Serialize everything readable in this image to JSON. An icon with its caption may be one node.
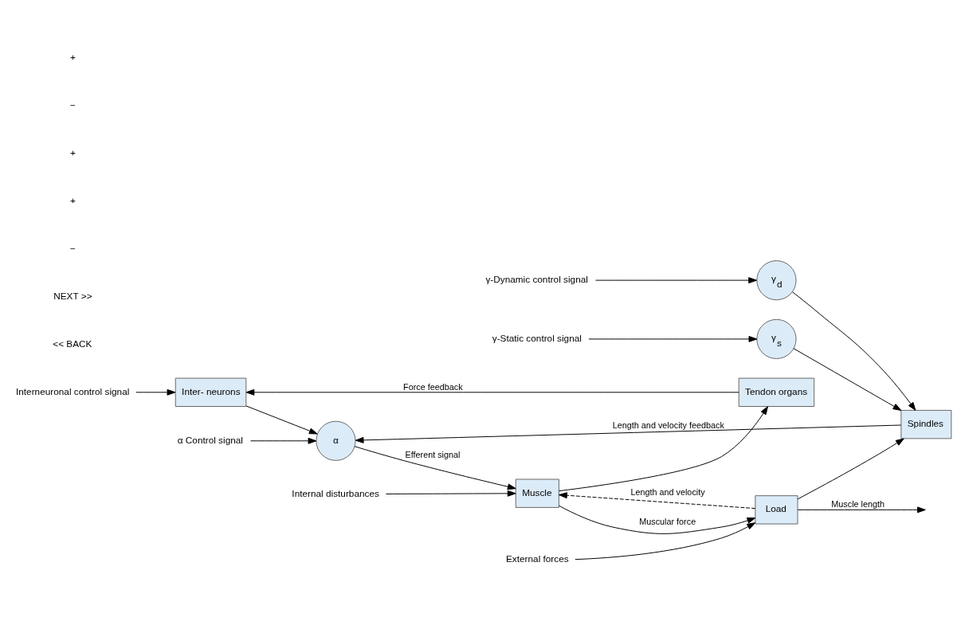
{
  "diagram": {
    "nodes": [
      {
        "text": [
          "Interneuronal control signal"
        ]
      },
      {
        "text": [
          "Inter- neurons"
        ]
      },
      {
        "text": [
          "Tendon organs"
        ]
      },
      {
        "text": [
          "α Control signal"
        ]
      },
      {
        "text": [
          "α"
        ]
      },
      {
        "text": [
          "Internal disturbances"
        ]
      },
      {
        "text": [
          "Muscle"
        ]
      },
      {
        "text": [
          "External forces"
        ]
      },
      {
        "text": [
          "Load"
        ]
      },
      {
        "text": [
          "Spindles"
        ]
      },
      {
        "text": [
          "γ-Dynamic control signal"
        ]
      },
      {
        "text": [
          "γ$_{d}$"
        ]
      },
      {
        "text": [
          "γ-Static control signal"
        ]
      },
      {
        "text": [
          "γ$_{s}$"
        ]
      }
    ],
    "edges": [
      {
        "from": 0,
        "to": 1,
        "arrow": "to"
      },
      {
        "from": 2,
        "to": 1,
        "arrow": "to",
        "label": "Force feedback"
      },
      {
        "from": 1,
        "to": 4,
        "arrow": "to"
      },
      {
        "from": 3,
        "to": 4,
        "arrow": "to"
      },
      {
        "from": 4,
        "to": 6,
        "arrow": "to",
        "label": "Efferent signal"
      },
      {
        "from": 5,
        "to": 6,
        "arrow": "to"
      },
      {
        "from": 6,
        "to": 2,
        "arrow": "to"
      },
      {
        "from": 6,
        "to": 8,
        "arrow": "to",
        "label": "Muscular force"
      },
      {
        "from": 7,
        "to": 8,
        "arrow": "to"
      },
      {
        "from": 8,
        "to": null,
        "arrow": "to",
        "label": "Muscle length"
      },
      {
        "from": 8,
        "to": 6,
        "arrow": "to",
        "label": "Length and velocity",
        "style": "dashed"
      },
      {
        "from": 8,
        "to": 9,
        "arrow": "to"
      },
      {
        "from": 9,
        "to": 4,
        "arrow": "to",
        "label": "Length and velocity feedback"
      },
      {
        "from": 10,
        "to": 11,
        "arrow": "to"
      },
      {
        "from": 11,
        "to": 9,
        "arrow": "to"
      },
      {
        "from": 12,
        "to": 13,
        "arrow": "to"
      },
      {
        "from": 13,
        "to": 9,
        "arrow": "to"
      }
    ],
    "labels": [
      "<< BACK",
      "NEXT >>",
      "−",
      "+",
      "+",
      "−",
      "+"
    ]
  }
}
